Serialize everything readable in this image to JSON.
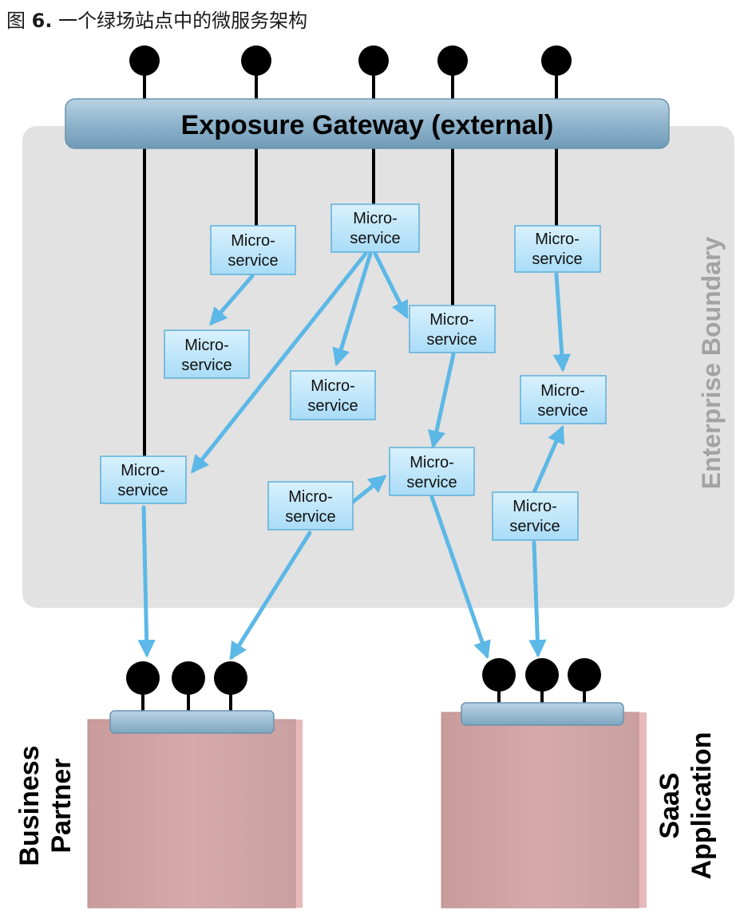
{
  "caption": {
    "prefix": "图 ",
    "number": "6.",
    "text": " 一个绿场站点中的微服务架构"
  },
  "gateway": {
    "label": "Exposure Gateway (external)"
  },
  "boundary": {
    "label": "Enterprise Boundary"
  },
  "microservice": {
    "line1": "Micro-",
    "line2": "service"
  },
  "systems": {
    "business_partner": {
      "line1": "Business",
      "line2": "Partner"
    },
    "saas_application": {
      "line1": "SaaS",
      "line2": "Application"
    }
  },
  "colors": {
    "boundary_fill": "#e2e2e2",
    "gateway_fill": "#8fb4cc",
    "microservice_fill": "#bfe6fb",
    "microservice_stroke": "#5cb0dc",
    "arrow": "#5cb8e6",
    "system_fill": "#d6a9a9",
    "connector": "#000000"
  }
}
